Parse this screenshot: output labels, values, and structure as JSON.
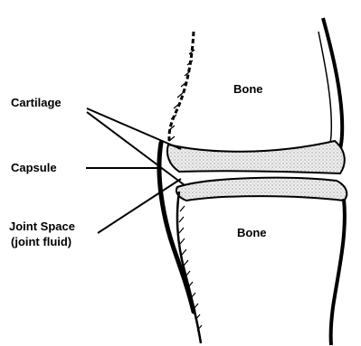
{
  "labels": {
    "bone_top": "Bone",
    "bone_bottom": "Bone",
    "cartilage": "Cartilage",
    "capsule": "Capsule",
    "joint_space_line1": "Joint Space",
    "joint_space_line2": "(joint fluid)"
  },
  "colors": {
    "ink": "#000000",
    "background": "#ffffff",
    "cartilage_fill": "#e6e6e6"
  }
}
